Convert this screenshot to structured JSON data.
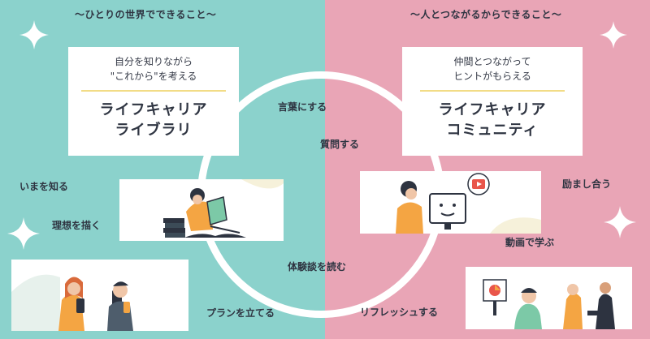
{
  "header": {
    "left": "〜ひとりの世界でできること〜",
    "right": "〜人とつながるからできること〜"
  },
  "card_left": {
    "sub1": "自分を知りながら",
    "sub2": "\"これから\"を考える",
    "title1": "ライフキャリア",
    "title2": "ライブラリ"
  },
  "card_right": {
    "sub1": "仲間とつながって",
    "sub2": "ヒントがもらえる",
    "title1": "ライフキャリア",
    "title2": "コミュニティ"
  },
  "labels": {
    "kotoba": "言葉にする",
    "shitsumon": "質問する",
    "imawo": "いまを知る",
    "risou": "理想を描く",
    "hagemashi": "励まし合う",
    "douga": "動画で学ぶ",
    "taiken": "体験談を読む",
    "plan": "プランを立てる",
    "refresh": "リフレッシュする"
  },
  "colors": {
    "left_bg": "#8bd2cc",
    "right_bg": "#e9a5b6",
    "accent_yellow": "#f2dc86",
    "illustration_orange": "#f4a543"
  }
}
